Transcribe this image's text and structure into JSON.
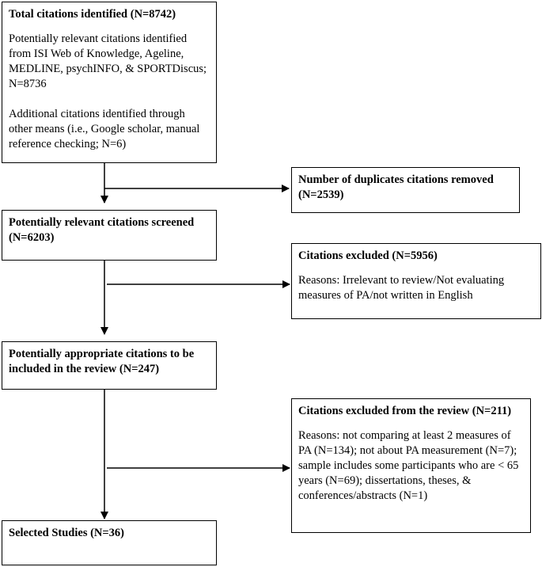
{
  "boxes": {
    "total": {
      "title": "Total citations identified (N=8742)",
      "line1": "Potentially relevant citations identified from ISI Web of Knowledge, Ageline, MEDLINE, psychINFO, & SPORTDiscus; N=8736",
      "line2": "Additional citations identified through other means (i.e., Google scholar, manual reference checking; N=6)"
    },
    "duplicates": {
      "title": "Number of duplicates citations removed (N=2539)"
    },
    "screened": {
      "title": "Potentially relevant citations screened (N=6203)"
    },
    "excluded1": {
      "title": "Citations excluded (N=5956)",
      "reasons": "Reasons: Irrelevant to review/Not evaluating measures of PA/not written in English"
    },
    "appropriate": {
      "title": "Potentially appropriate citations to be included in the review (N=247)"
    },
    "excluded2": {
      "title": "Citations excluded from the review (N=211)",
      "reasons": "Reasons: not comparing at least 2 measures of PA (N=134); not about PA measurement (N=7); sample includes some participants who are < 65 years (N=69); dissertations, theses, & conferences/abstracts (N=1)"
    },
    "selected": {
      "title": "Selected Studies (N=36)"
    }
  }
}
